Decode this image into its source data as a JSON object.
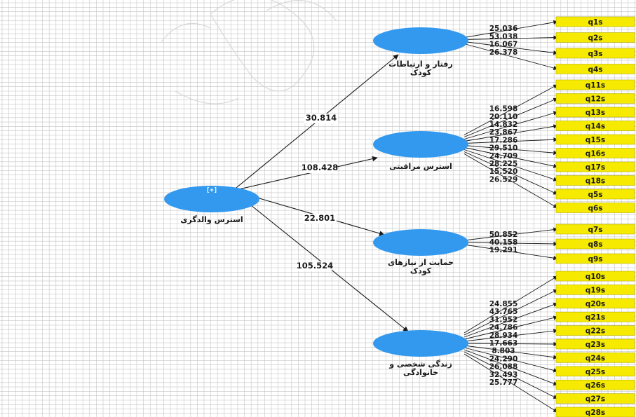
{
  "colors": {
    "latent": "#3399ee",
    "indicator": "#f5ea00",
    "line": "#1a1a1a",
    "grid": "#c4c4c4"
  },
  "exogenous": {
    "id": "parent-stress",
    "label": "استرس والدگری",
    "collapse_label": "[+]"
  },
  "constructs": [
    {
      "id": "child-behavior",
      "label_lines": [
        "رفتار و ارتباطات",
        "کودک"
      ],
      "path_coef": "30.814",
      "indicators": [
        {
          "name": "q1s",
          "loading": "25.036"
        },
        {
          "name": "q2s",
          "loading": "53.038"
        },
        {
          "name": "q3s",
          "loading": "16.067"
        },
        {
          "name": "q4s",
          "loading": "26.378"
        }
      ]
    },
    {
      "id": "care-stress",
      "label_lines": [
        "استرس مراقبتی"
      ],
      "path_coef": "108.428",
      "indicators": [
        {
          "name": "q11s",
          "loading": "16.598"
        },
        {
          "name": "q12s",
          "loading": "20.110"
        },
        {
          "name": "q13s",
          "loading": "14.832"
        },
        {
          "name": "q14s",
          "loading": "23.867"
        },
        {
          "name": "q15s",
          "loading": "17.286"
        },
        {
          "name": "q16s",
          "loading": "29.510"
        },
        {
          "name": "q17s",
          "loading": "24.709"
        },
        {
          "name": "q18s",
          "loading": "28.225"
        },
        {
          "name": "q5s",
          "loading": "15.520"
        },
        {
          "name": "q6s",
          "loading": "26.529"
        }
      ]
    },
    {
      "id": "child-needs",
      "label_lines": [
        "حمایت از نیازهای",
        "کودک"
      ],
      "path_coef": "22.801",
      "indicators": [
        {
          "name": "q7s",
          "loading": "50.852"
        },
        {
          "name": "q8s",
          "loading": "40.158"
        },
        {
          "name": "q9s",
          "loading": "19.291"
        }
      ]
    },
    {
      "id": "personal-life",
      "label_lines": [
        "زندگی شخصی و",
        "خانوادگی"
      ],
      "path_coef": "105.524",
      "indicators": [
        {
          "name": "q10s",
          "loading": "24.855"
        },
        {
          "name": "q19s",
          "loading": "43.765"
        },
        {
          "name": "q20s",
          "loading": "31.952"
        },
        {
          "name": "q21s",
          "loading": "24.786"
        },
        {
          "name": "q22s",
          "loading": "28.934"
        },
        {
          "name": "q23s",
          "loading": "17.663"
        },
        {
          "name": "q24s",
          "loading": "8.803"
        },
        {
          "name": "q25s",
          "loading": "24.290"
        },
        {
          "name": "q26s",
          "loading": "26.088"
        },
        {
          "name": "q27s",
          "loading": "32.493"
        },
        {
          "name": "q28s",
          "loading": "25.777"
        }
      ]
    }
  ]
}
